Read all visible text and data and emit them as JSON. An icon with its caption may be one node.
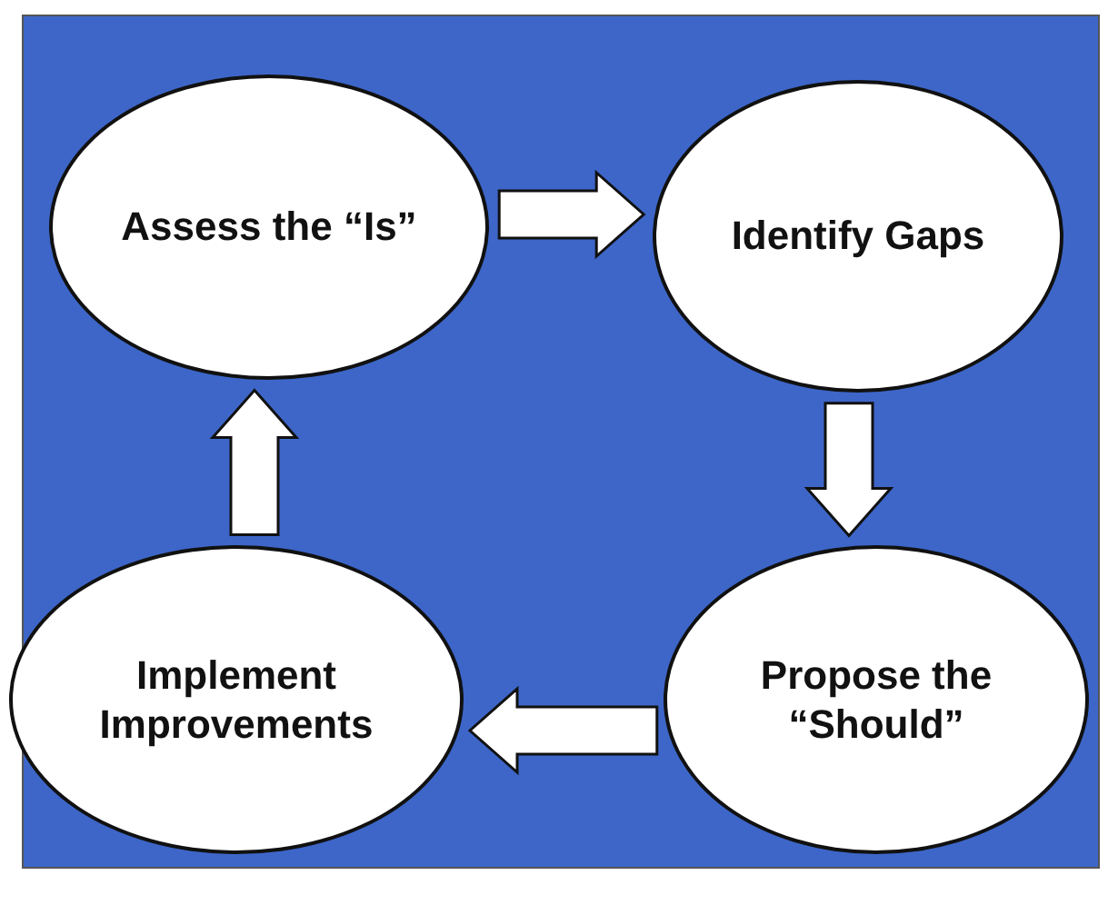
{
  "diagram": {
    "nodes": [
      {
        "text": [
          "Assess the “Is”"
        ]
      },
      {
        "text": [
          "Identify Gaps"
        ]
      },
      {
        "text": [
          "Implement Improvements"
        ]
      },
      {
        "text": [
          "Propose the “Should”"
        ]
      }
    ],
    "edges": [
      {
        "from": 0,
        "to": 1,
        "arrow": "to"
      },
      {
        "from": 1,
        "to": 3,
        "arrow": "to"
      },
      {
        "from": 3,
        "to": 2,
        "arrow": "to"
      },
      {
        "from": 2,
        "to": 0,
        "arrow": "to"
      }
    ]
  }
}
